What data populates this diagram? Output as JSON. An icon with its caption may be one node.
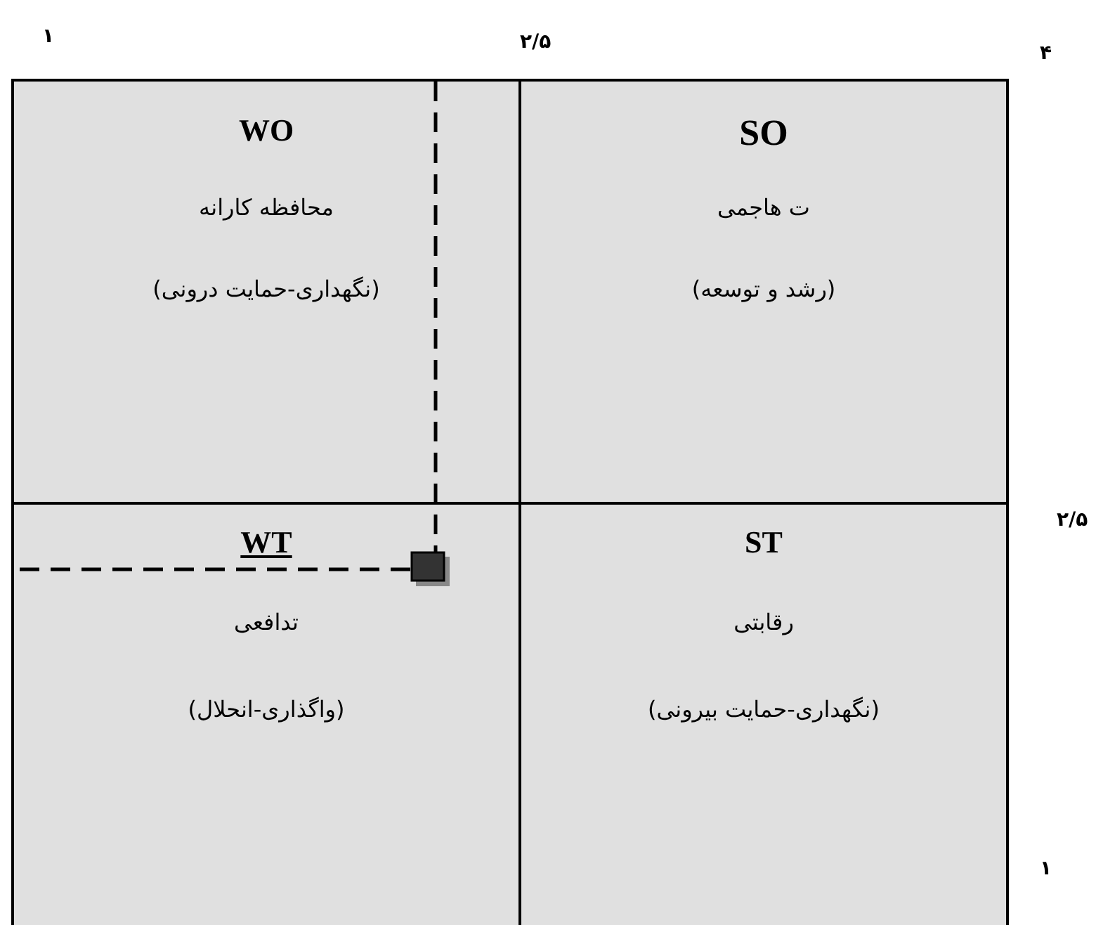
{
  "diagram": {
    "nodes": [
      {
        "text": [
          "WO",
          "محافظه کارانه",
          "(نگهداری-حمایت درونی)"
        ]
      },
      {
        "text": [
          "SO",
          "ت هاجمی",
          "(رشد و توسعه)"
        ]
      },
      {
        "text": [
          "WT",
          "تدافعی",
          "(واگذاری-انحلال)"
        ]
      },
      {
        "text": [
          "ST",
          "رقابتی",
          "(نگهداری-حمایت بیرونی)"
        ]
      }
    ],
    "labels": [
      "۱",
      "۲/۵",
      "۴",
      "۲/۵",
      "۱"
    ]
  }
}
